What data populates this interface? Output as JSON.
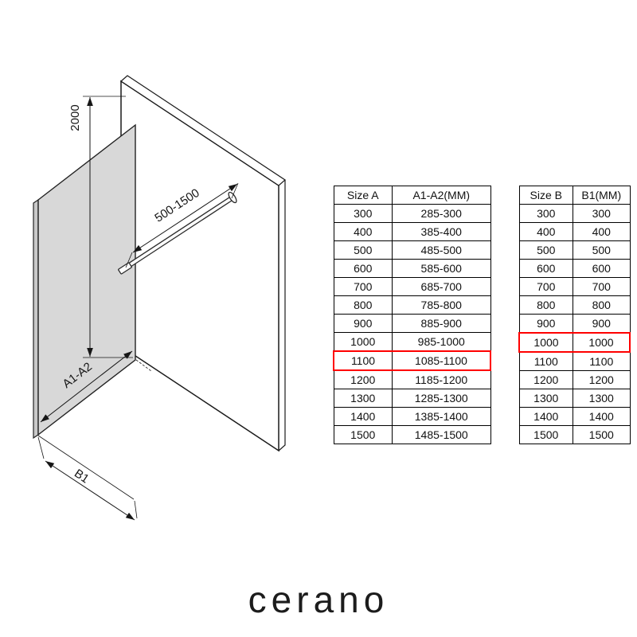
{
  "drawing": {
    "dim_height_label": "2000",
    "dim_bar_label": "500-1500",
    "dim_width_label": "A1-A2",
    "dim_depth_label": "B1"
  },
  "table_a": {
    "headers": [
      "Size A",
      "A1-A2(MM)"
    ],
    "rows": [
      [
        "300",
        "285-300"
      ],
      [
        "400",
        "385-400"
      ],
      [
        "500",
        "485-500"
      ],
      [
        "600",
        "585-600"
      ],
      [
        "700",
        "685-700"
      ],
      [
        "800",
        "785-800"
      ],
      [
        "900",
        "885-900"
      ],
      [
        "1000",
        "985-1000"
      ],
      [
        "1100",
        "1085-1100"
      ],
      [
        "1200",
        "1185-1200"
      ],
      [
        "1300",
        "1285-1300"
      ],
      [
        "1400",
        "1385-1400"
      ],
      [
        "1500",
        "1485-1500"
      ]
    ],
    "highlight_row": 8
  },
  "table_b": {
    "headers": [
      "Size B",
      "B1(MM)"
    ],
    "rows": [
      [
        "300",
        "300"
      ],
      [
        "400",
        "400"
      ],
      [
        "500",
        "500"
      ],
      [
        "600",
        "600"
      ],
      [
        "700",
        "700"
      ],
      [
        "800",
        "800"
      ],
      [
        "900",
        "900"
      ],
      [
        "1000",
        "1000"
      ],
      [
        "1100",
        "1100"
      ],
      [
        "1200",
        "1200"
      ],
      [
        "1300",
        "1300"
      ],
      [
        "1400",
        "1400"
      ],
      [
        "1500",
        "1500"
      ]
    ],
    "highlight_row": 7
  },
  "logo": {
    "text": "cerano"
  },
  "colors": {
    "highlight": "#ff0000",
    "glass_fill": "#d8d8d8",
    "line": "#161616"
  }
}
